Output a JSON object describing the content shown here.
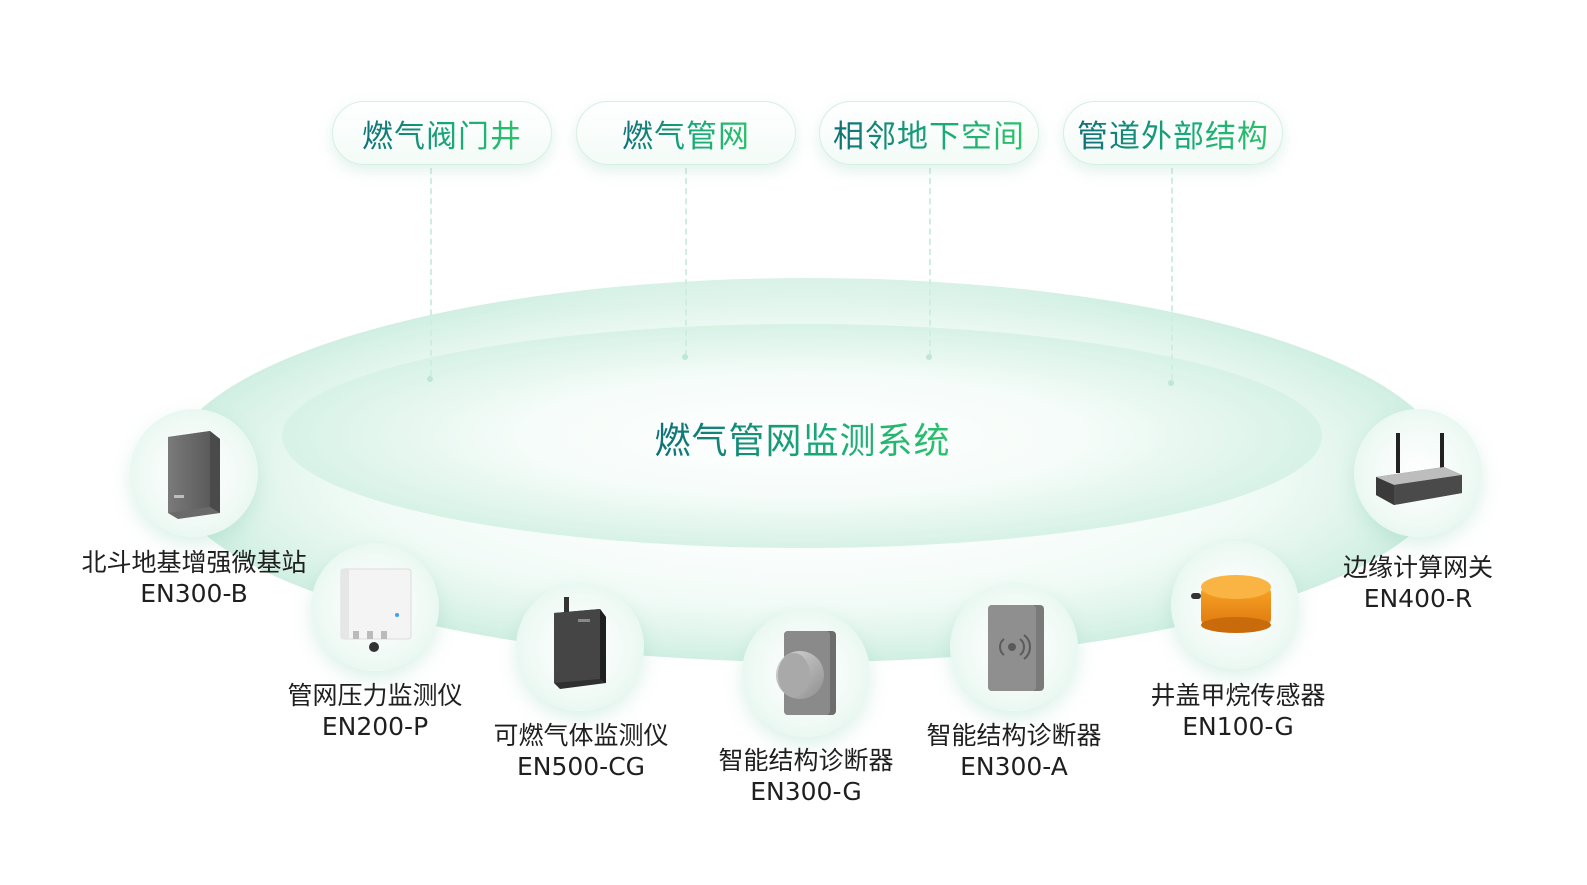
{
  "center_title": "燃气管网监测系统",
  "scenes": [
    {
      "label": "燃气阀门井"
    },
    {
      "label": "燃气管网"
    },
    {
      "label": "相邻地下空间"
    },
    {
      "label": "管道外部结构"
    }
  ],
  "devices": [
    {
      "name": "北斗地基增强微基站",
      "model": "EN300-B",
      "icon": "base-station-icon"
    },
    {
      "name": "管网压力监测仪",
      "model": "EN200-P",
      "icon": "pressure-monitor-icon"
    },
    {
      "name": "可燃气体监测仪",
      "model": "EN500-CG",
      "icon": "gas-detector-icon"
    },
    {
      "name": "智能结构诊断器",
      "model": "EN300-G",
      "icon": "structure-diagnoser-g-icon"
    },
    {
      "name": "智能结构诊断器",
      "model": "EN300-A",
      "icon": "structure-diagnoser-a-icon"
    },
    {
      "name": "井盖甲烷传感器",
      "model": "EN100-G",
      "icon": "methane-sensor-icon"
    },
    {
      "name": "边缘计算网关",
      "model": "EN400-R",
      "icon": "edge-gateway-icon"
    }
  ],
  "colors": {
    "accent_start": "#0f6f78",
    "accent_mid": "#19a879",
    "accent_end": "#2cc16a",
    "ring": "#d5f2e6",
    "label_text": "#1f1f1f"
  }
}
